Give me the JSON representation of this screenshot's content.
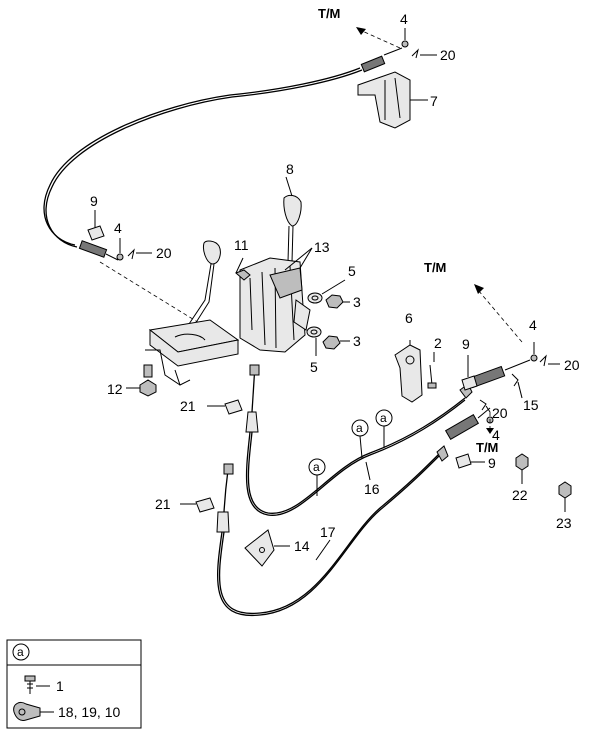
{
  "callouts": {
    "c1": "1",
    "c2": "2",
    "c3": "3",
    "c4": "4",
    "c5": "5",
    "c6": "6",
    "c7": "7",
    "c8": "8",
    "c9": "9",
    "c10": "10",
    "c11": "11",
    "c12": "12",
    "c13": "13",
    "c14": "14",
    "c15": "15",
    "c16": "16",
    "c17": "17",
    "c18_19_10": "18, 19, 10",
    "c20": "20",
    "c21": "21",
    "c22": "22",
    "c23": "23"
  },
  "tm_label": "T/M",
  "detail_marker": "a",
  "legend": {
    "marker": "a",
    "item1": "1",
    "item2": "18, 19, 10"
  }
}
